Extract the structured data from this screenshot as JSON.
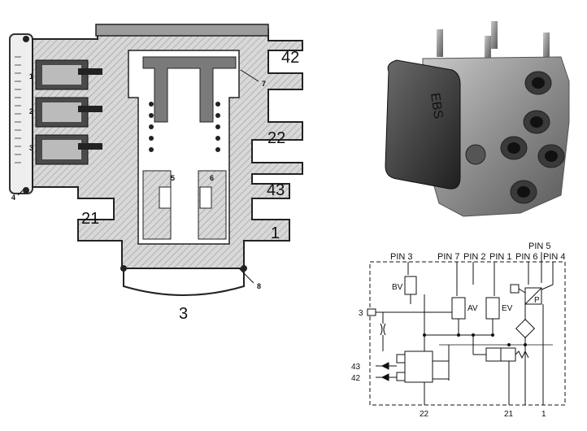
{
  "cross_section": {
    "port_labels": [
      "42",
      "22",
      "43",
      "21",
      "1",
      "3"
    ],
    "part_labels": [
      "1",
      "2",
      "3",
      "4",
      "5",
      "6",
      "7",
      "8"
    ]
  },
  "photo": {
    "housing_text": "EBS"
  },
  "schematic": {
    "pins": [
      "PIN 3",
      "PIN 7",
      "PIN 2",
      "PIN 1",
      "PIN 6",
      "PIN 5",
      "PIN 4"
    ],
    "valves": [
      "BV",
      "AV",
      "EV"
    ],
    "sensor": "P",
    "ports": [
      "3",
      "43",
      "42",
      "22",
      "21",
      "1"
    ]
  }
}
